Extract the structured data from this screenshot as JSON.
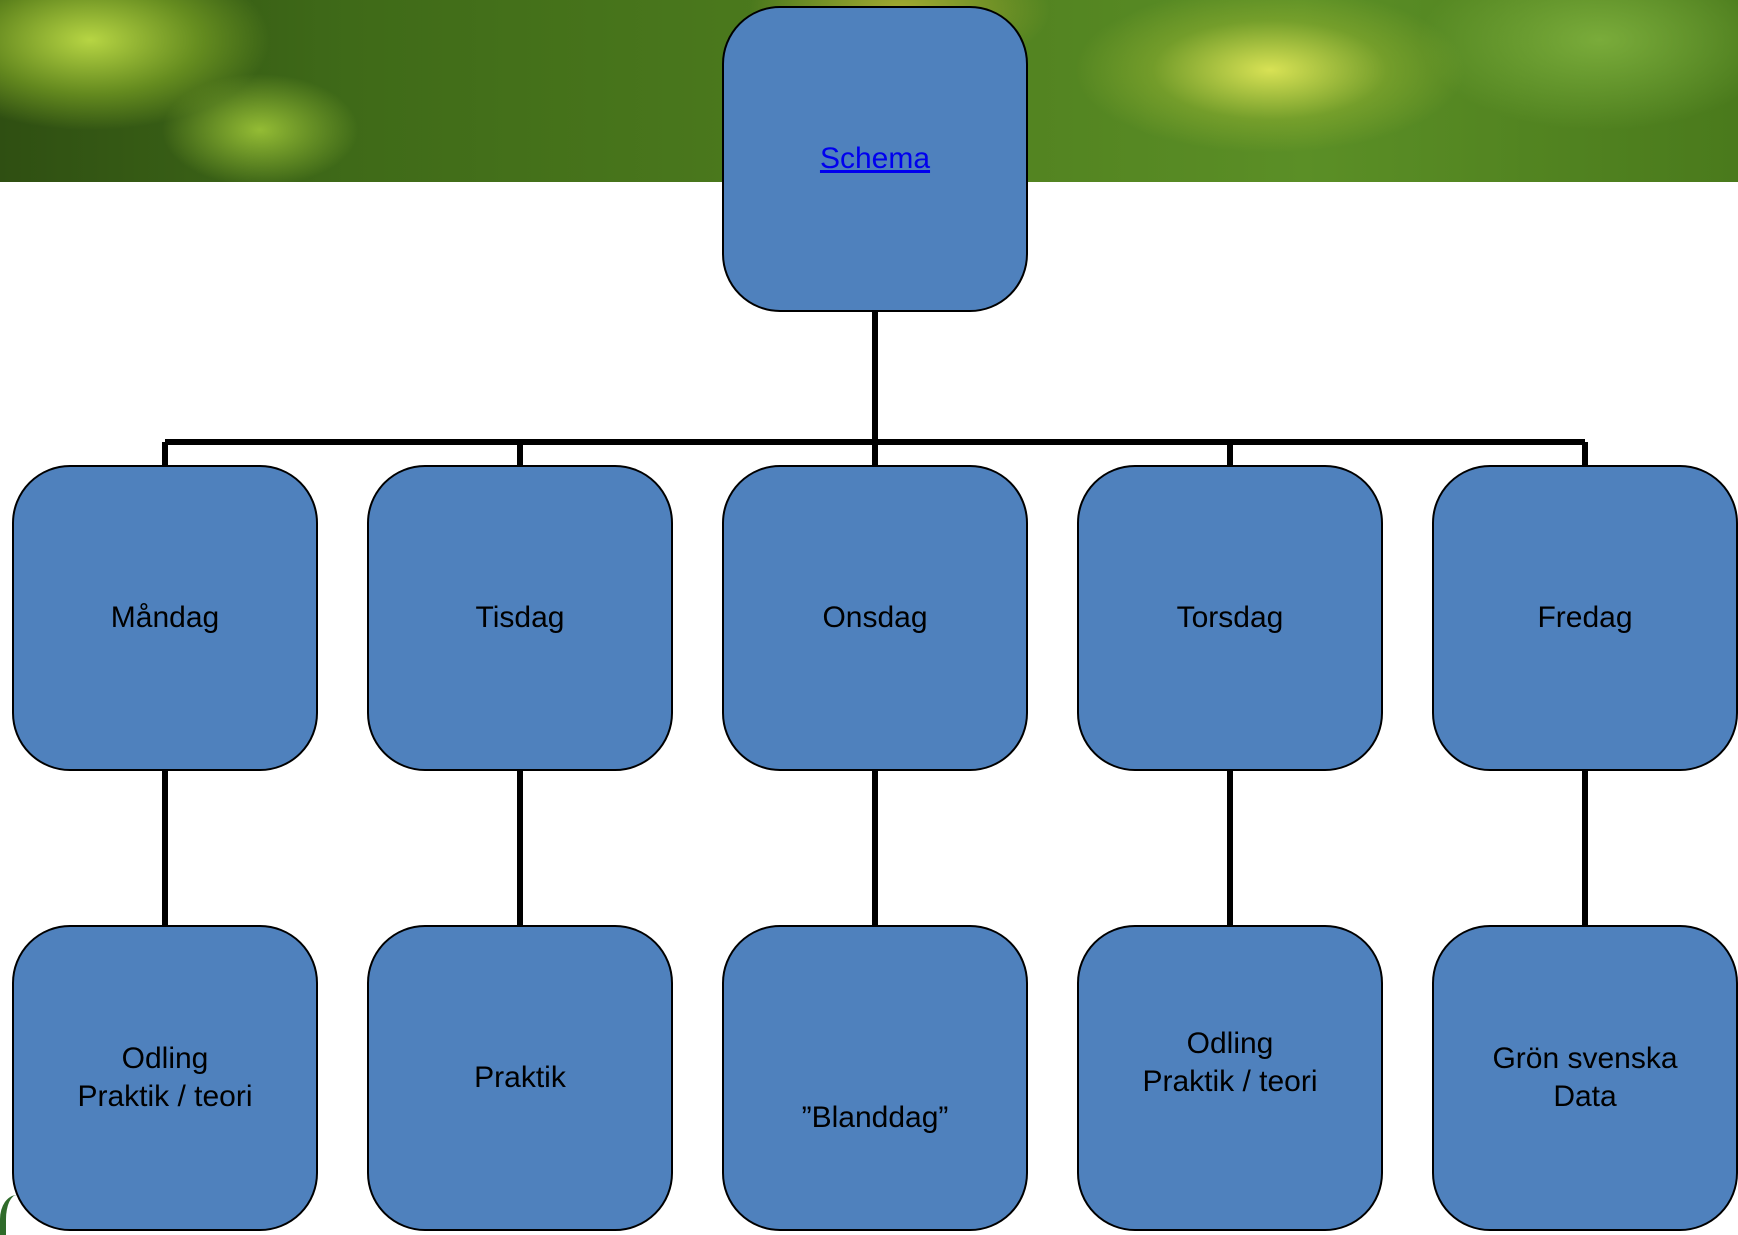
{
  "root": {
    "label": "Schema"
  },
  "days": [
    {
      "day": "Måndag",
      "activity": [
        "Odling",
        "Praktik / teori"
      ]
    },
    {
      "day": "Tisdag",
      "activity": [
        "Praktik"
      ]
    },
    {
      "day": "Onsdag",
      "activity": [
        "”Blanddag”"
      ]
    },
    {
      "day": "Torsdag",
      "activity": [
        "Odling",
        "Praktik / teori"
      ]
    },
    {
      "day": "Fredag",
      "activity": [
        "Grön svenska",
        "Data"
      ]
    }
  ],
  "colors": {
    "box": "#4f81bd",
    "link": "#0000ee",
    "line": "#000000"
  }
}
